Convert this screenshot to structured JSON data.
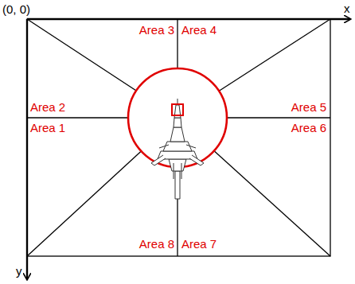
{
  "diagram": {
    "labels": [
      "(0, 0)",
      "x",
      "y",
      "Area 3",
      "Area 4",
      "Area 2",
      "Area 1",
      "Area 5",
      "Area 6",
      "Area 8",
      "Area 7"
    ]
  }
}
